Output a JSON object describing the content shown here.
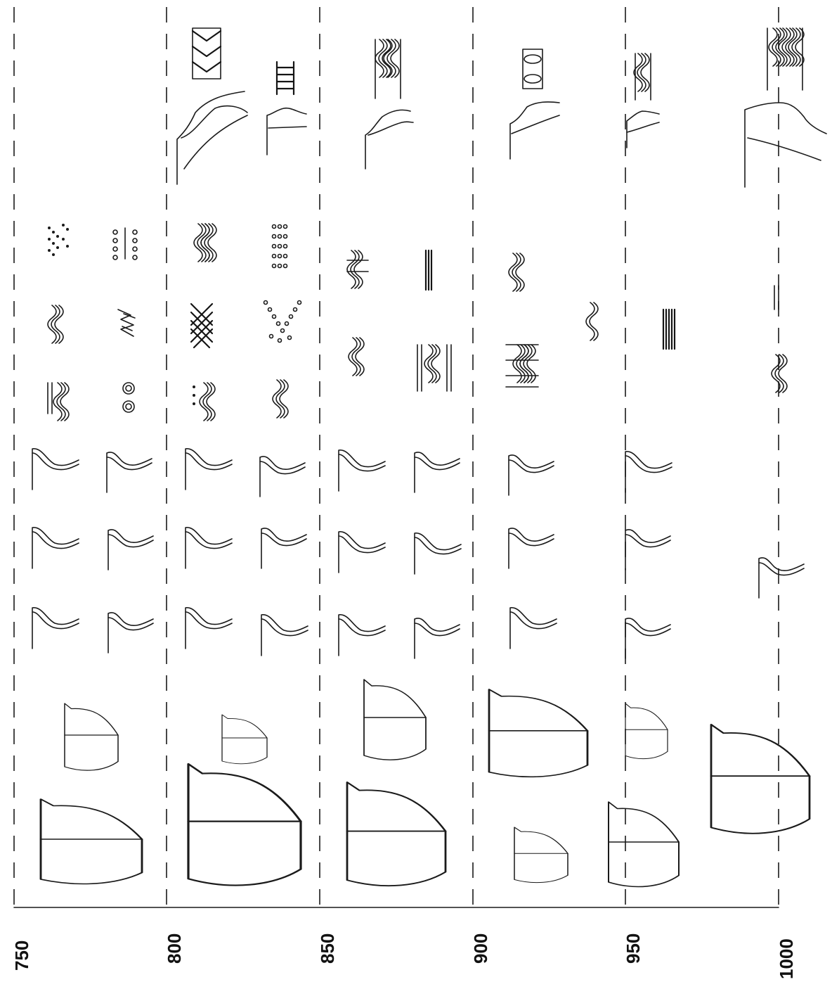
{
  "axis": {
    "ticks": [
      "750",
      "800",
      "850",
      "900",
      "950",
      "1000"
    ]
  }
}
